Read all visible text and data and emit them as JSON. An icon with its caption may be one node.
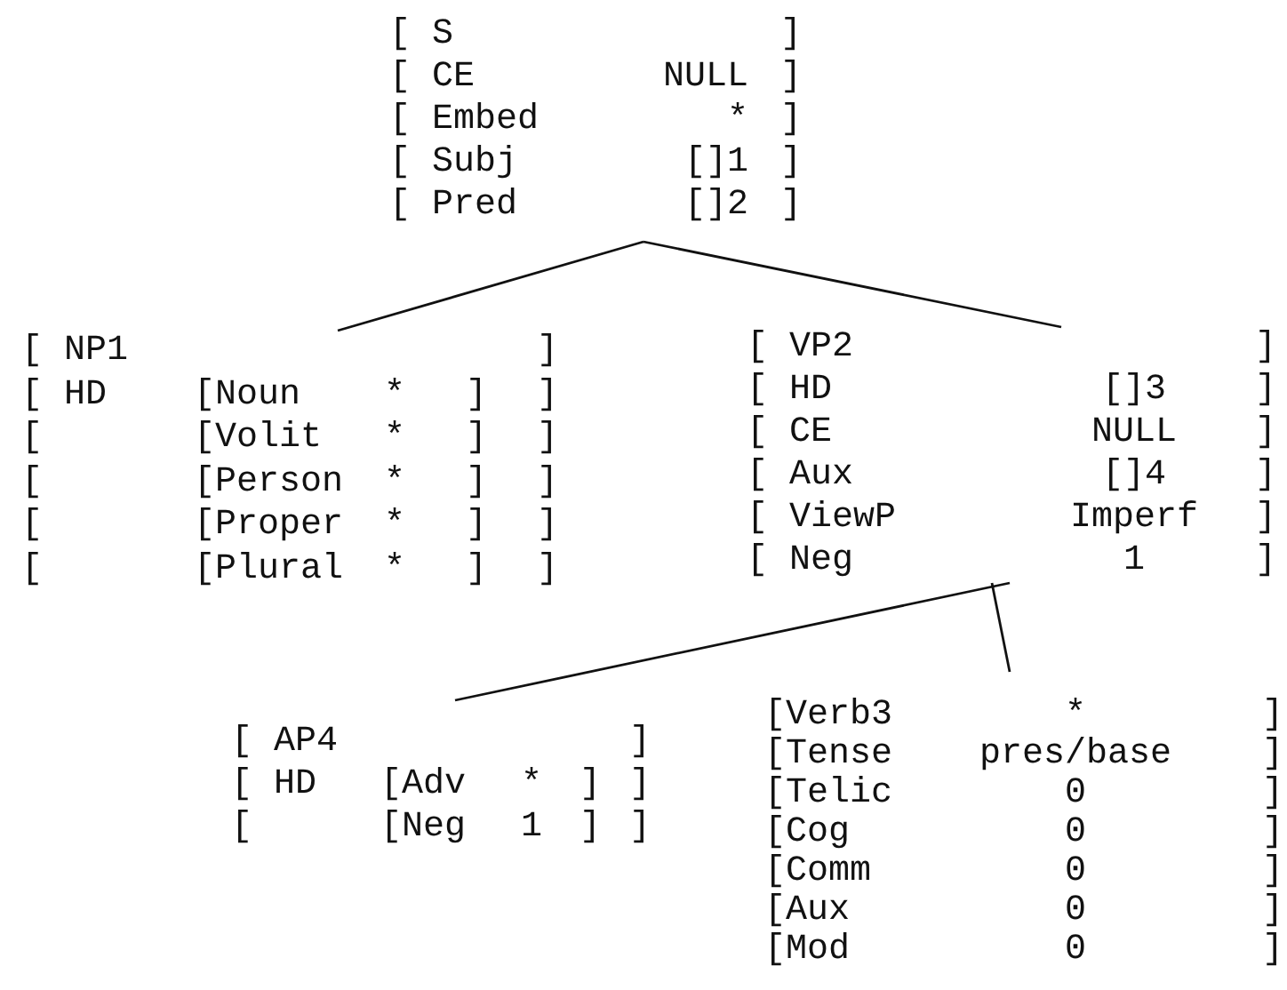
{
  "diagram": {
    "nodes": [
      {
        "text": [
          "[ S ]",
          "[ CE NULL ]",
          "[ Embed * ]",
          "[ Subj []1 ]",
          "[ Pred []2 ]"
        ]
      },
      {
        "text": [
          "[ NP1 ]",
          "[ HD [Noun * ] ]",
          "[ [Volit * ] ]",
          "[ [Person * ] ]",
          "[ [Proper * ] ]",
          "[ [Plural * ] ]"
        ]
      },
      {
        "text": [
          "[ VP2 ]",
          "[ HD []3 ]",
          "[ CE NULL ]",
          "[ Aux []4 ]",
          "[ ViewP Imperf ]",
          "[ Neg 1 ]"
        ]
      },
      {
        "text": [
          "[ AP4 ]",
          "[ HD [Adv * ] ]",
          "[ [Neg 1 ] ]"
        ]
      },
      {
        "text": [
          "[Verb3 * ]",
          "[Tense pres/base ]",
          "[Telic 0 ]",
          "[Cog 0 ]",
          "[Comm 0 ]",
          "[Aux 0 ]",
          "[Mod 0 ]"
        ]
      }
    ],
    "edges": [
      {
        "from": 0,
        "to": 1,
        "arrow": "none"
      },
      {
        "from": 0,
        "to": 2,
        "arrow": "none"
      },
      {
        "from": 2,
        "to": 3,
        "arrow": "none"
      },
      {
        "from": 2,
        "to": 4,
        "arrow": "none"
      }
    ]
  }
}
